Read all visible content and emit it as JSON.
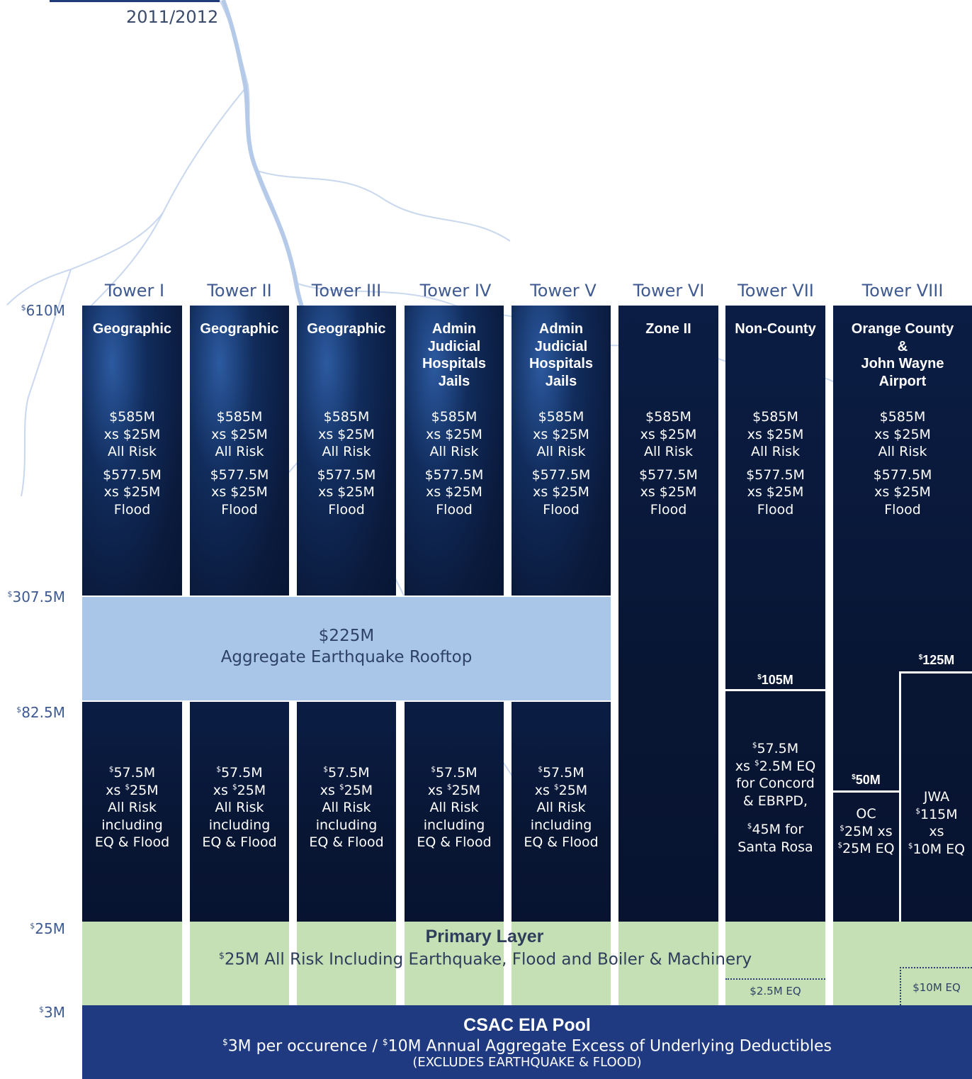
{
  "header": {
    "year": "2011/2012"
  },
  "towers": [
    {
      "name": "Tower I",
      "type": "Geographic",
      "all_risk": [
        "$585M",
        "xs $25M",
        "All Risk"
      ],
      "flood": [
        "$577.5M",
        "xs $25M",
        "Flood"
      ],
      "lower": [
        "57.5M",
        "xs ",
        "25M",
        "All Risk",
        "including",
        "EQ & Flood"
      ]
    },
    {
      "name": "Tower II",
      "type": "Geographic",
      "all_risk": [
        "$585M",
        "xs $25M",
        "All Risk"
      ],
      "flood": [
        "$577.5M",
        "xs $25M",
        "Flood"
      ],
      "lower": [
        "57.5M",
        "xs ",
        "25M",
        "All Risk",
        "including",
        "EQ & Flood"
      ]
    },
    {
      "name": "Tower III",
      "type": "Geographic",
      "all_risk": [
        "$585M",
        "xs $25M",
        "All Risk"
      ],
      "flood": [
        "$577.5M",
        "xs $25M",
        "Flood"
      ],
      "lower": [
        "57.5M",
        "xs ",
        "25M",
        "All Risk",
        "including",
        "EQ & Flood"
      ]
    },
    {
      "name": "Tower IV",
      "type": "Admin\nJudicial\nHospitals\nJails",
      "all_risk": [
        "$585M",
        "xs $25M",
        "All Risk"
      ],
      "flood": [
        "$577.5M",
        "xs $25M",
        "Flood"
      ],
      "lower": [
        "57.5M",
        "xs ",
        "25M",
        "All Risk",
        "including",
        "EQ & Flood"
      ]
    },
    {
      "name": "Tower V",
      "type": "Admin\nJudicial\nHospitals\nJails",
      "all_risk": [
        "$585M",
        "xs $25M",
        "All Risk"
      ],
      "flood": [
        "$577.5M",
        "xs $25M",
        "Flood"
      ],
      "lower": [
        "57.5M",
        "xs ",
        "25M",
        "All Risk",
        "including",
        "EQ & Flood"
      ]
    },
    {
      "name": "Tower VI",
      "type": "Zone II",
      "all_risk": [
        "$585M",
        "xs $25M",
        "All Risk"
      ],
      "flood": [
        "$577.5M",
        "xs $25M",
        "Flood"
      ]
    },
    {
      "name": "Tower VII",
      "type": "Non-County",
      "all_risk": [
        "$585M",
        "xs $25M",
        "All Risk"
      ],
      "flood": [
        "$577.5M",
        "xs $25M",
        "Flood"
      ]
    },
    {
      "name": "Tower VIII",
      "type": "Orange County\n&\nJohn Wayne\nAirport",
      "all_risk": [
        "$585M",
        "xs $25M",
        "All Risk"
      ],
      "flood": [
        "$577.5M",
        "xs $25M",
        "Flood"
      ]
    }
  ],
  "axis": {
    "sup": "$",
    "levels": [
      "610M",
      "307.5M",
      "82.5M",
      "25M",
      "3M"
    ]
  },
  "earthquake_layer": {
    "amount": "$225M",
    "label": "Aggregate Earthquake Rooftop"
  },
  "tower7": {
    "cap": "105M",
    "lines": [
      "57.5M",
      "xs ",
      "2.5M EQ",
      "for Concord",
      "& EBRPD,",
      "45M for",
      "Santa Rosa"
    ],
    "eq_deductible": "$2.5M EQ"
  },
  "tower8": {
    "cap_left": "50M",
    "cap_right": "125M",
    "oc": [
      "OC",
      "25M xs",
      "25M EQ"
    ],
    "jwa": [
      "JWA",
      "115M",
      "xs",
      "10M EQ"
    ],
    "eq_deductible": "$10M EQ"
  },
  "primary": {
    "title": "Primary Layer",
    "sup": "$",
    "text": "25M All Risk Including Earthquake, Flood and Boiler & Machinery"
  },
  "pool": {
    "title": "CSAC EIA Pool",
    "line1_a": "3M per occurence / ",
    "line1_b": "10M Annual Aggregate Excess of Underlying Deductibles",
    "line2": "(EXCLUDES EARTHQUAKE & FLOOD)"
  }
}
